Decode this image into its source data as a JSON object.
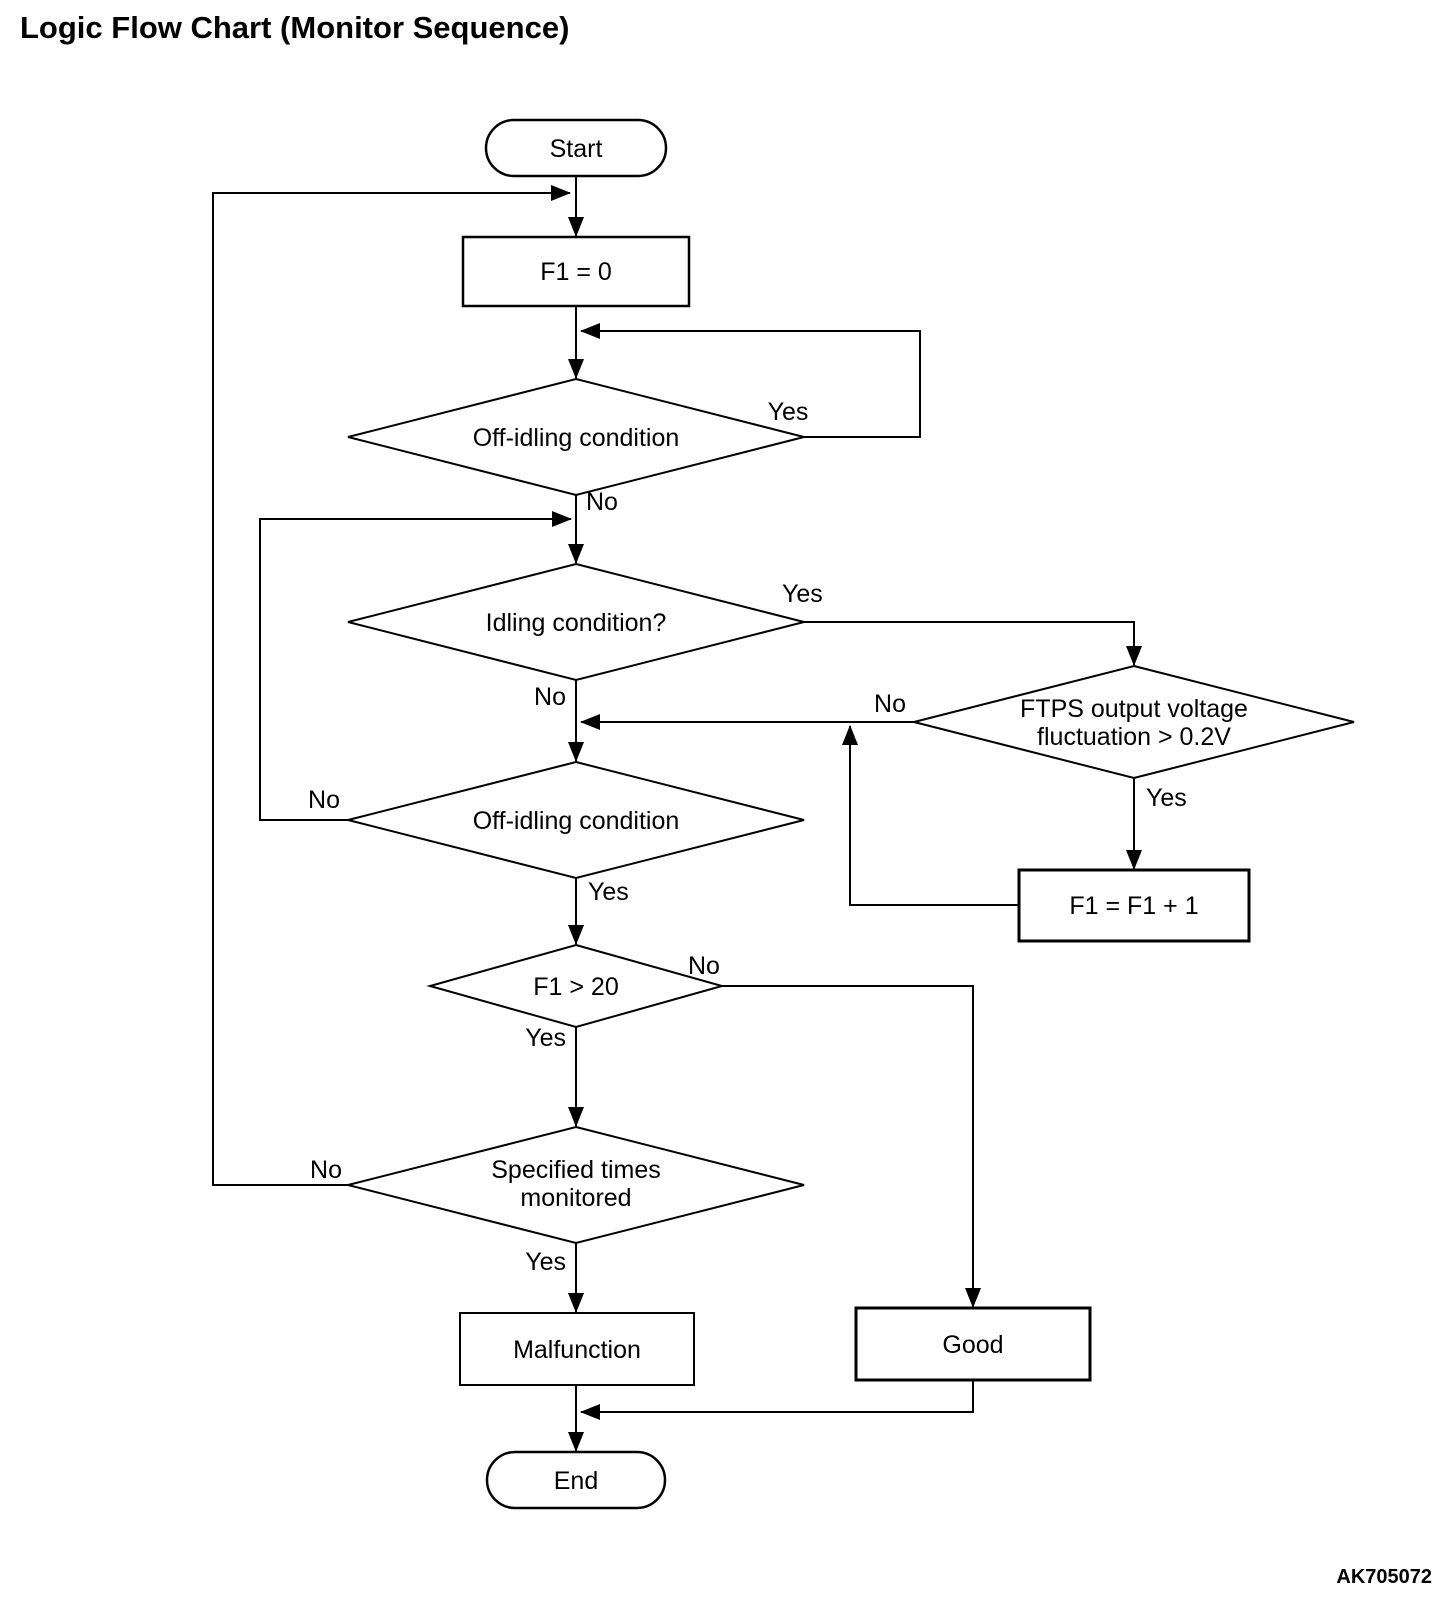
{
  "title": "Logic Flow Chart (Monitor Sequence)",
  "figure_code": "AK705072",
  "colors": {
    "line": "#000000",
    "background": "#ffffff"
  },
  "nodes": {
    "start": {
      "type": "terminator",
      "label": "Start"
    },
    "f1_zero": {
      "type": "process",
      "label": "F1 = 0"
    },
    "off_idling_1": {
      "type": "decision",
      "label": "Off-idling condition"
    },
    "idling": {
      "type": "decision",
      "label": "Idling condition?"
    },
    "ftps": {
      "type": "decision",
      "label_line1": "FTPS output voltage",
      "label_line2": "fluctuation > 0.2V"
    },
    "off_idling_2": {
      "type": "decision",
      "label": "Off-idling condition"
    },
    "f1_increment": {
      "type": "process",
      "label": "F1 = F1 + 1"
    },
    "f1_gt_20": {
      "type": "decision",
      "label": "F1 > 20"
    },
    "specified": {
      "type": "decision",
      "label_line1": "Specified times",
      "label_line2": "monitored"
    },
    "malfunction": {
      "type": "process",
      "label": "Malfunction"
    },
    "good": {
      "type": "process",
      "label": "Good"
    },
    "end": {
      "type": "terminator",
      "label": "End"
    }
  },
  "edge_labels": {
    "off_idling_1_yes": "Yes",
    "off_idling_1_no": "No",
    "idling_yes": "Yes",
    "idling_no": "No",
    "ftps_no": "No",
    "ftps_yes": "Yes",
    "off_idling_2_no": "No",
    "off_idling_2_yes": "Yes",
    "f1_gt_20_yes": "Yes",
    "f1_gt_20_no": "No",
    "specified_no": "No",
    "specified_yes": "Yes"
  }
}
